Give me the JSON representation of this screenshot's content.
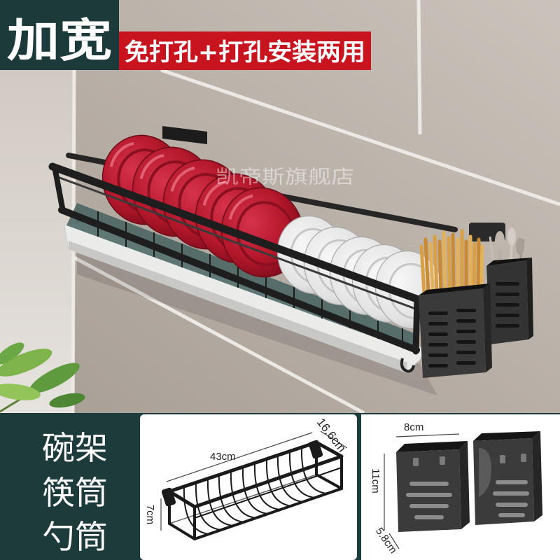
{
  "headline": {
    "main": "加宽",
    "sub": "免打孔+打孔安装两用"
  },
  "watermark": "凯帝斯旗舰店",
  "components": [
    "碗架",
    "筷筒",
    "勺筒"
  ],
  "dimensions": {
    "dish_rack": {
      "length": "43cm",
      "depth": "16.6cm",
      "height": "7cm"
    },
    "utensil_holder": {
      "width": "8cm",
      "height": "11cm",
      "depth": "5.8cm"
    }
  },
  "colors": {
    "badge": "#1c3a3a",
    "banner": "#c8141e",
    "footer": "#1e3b3b",
    "rack": "#1e1e1e",
    "red_plate": "#b3172a",
    "white_plate": "#e8e8e8",
    "chopsticks": "#d99a3a"
  }
}
